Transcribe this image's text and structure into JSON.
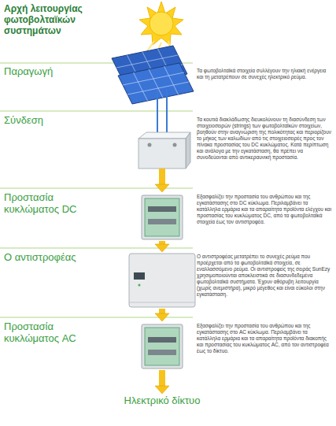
{
  "diagram": {
    "title": "Αρχή λειτουργίας φωτοβολταϊκών συστημάτων",
    "nodes": [
      {
        "text": [
          "Παραγωγή",
          "Τα φωτοβολταϊκά στοιχεία συλλέγουν την ηλιακή ενέργεια και τη μετατρέπουν σε συνεχές ηλεκτρικό ρεύμα."
        ]
      },
      {
        "text": [
          "Σύνδεση",
          "Τα κουτιά διακλάδωσης διευκολύνουν τη διασύνδεση των στοιχειοσειρών (strings) των φωτοβολταϊκών στοιχείων, βοηθούν στην αναγνώριση της πολικότητας και περιορίζουν το μήκος των καλωδίων από τις στοιχειοσειρές προς τον πίνακα προστασίας του DC κυκλώματος. Κατά περίπτωση και ανάλογα με την εγκατάσταση, θα πρέπει να συνοδεύονται από αντικεραυνική προστασία."
        ]
      },
      {
        "text": [
          "Προστασία κυκλώματος DC",
          "Εξασφαλίζει την προστασία του ανθρώπου και της εγκατάστασης στο DC κύκλωμα. Περιλαμβάνει τα κατάλληλα ερμάρια και τα απαραίτητα προϊόντα ελέγχου και προστασίας του κυκλώματος DC, από τα φωτοβολταϊκά στοιχεία έως τον αντιστροφέα."
        ]
      },
      {
        "text": [
          "Ο αντιστροφέας",
          "Ο αντιστροφέας μετατρέπει το συνεχές ρεύμα που προέρχεται από τα φωτοβολταϊκά στοιχεία, σε εναλλασσόμενο ρεύμα. Οι αντιστροφείς της σειράς SunEzy χρησιμοποιούνται αποκλειστικά σε διασυνδεδεμένα φωτοβολταϊκά συστήματα. Έχουν αθόρυβη λειτουργία (χωρίς ανεμιστήρα), μικρό μέγεθος και είναι εύκολοι στην εγκατάσταση."
        ]
      },
      {
        "text": [
          "Προστασία κυκλώματος AC",
          "Εξασφαλίζει την προστασία του ανθρώπου και της εγκατάστασης στο AC κύκλωμα. Περιλαμβάνει τα κατάλληλα ερμάρια και τα απαραίτητα προϊόντα διακοπής και προστασίας του κυκλώματος AC, από τον αντιστροφέα έως το δίκτυο."
        ]
      },
      {
        "text": [
          "Ηλεκτρικό δίκτυο"
        ]
      }
    ],
    "edges": [
      {
        "from": 0,
        "to": 1,
        "arrow": "none"
      },
      {
        "from": 1,
        "to": 2,
        "arrow": "to"
      },
      {
        "from": 2,
        "to": 3,
        "arrow": "to"
      },
      {
        "from": 3,
        "to": 4,
        "arrow": "to"
      },
      {
        "from": 4,
        "to": 5,
        "arrow": "to"
      }
    ]
  }
}
